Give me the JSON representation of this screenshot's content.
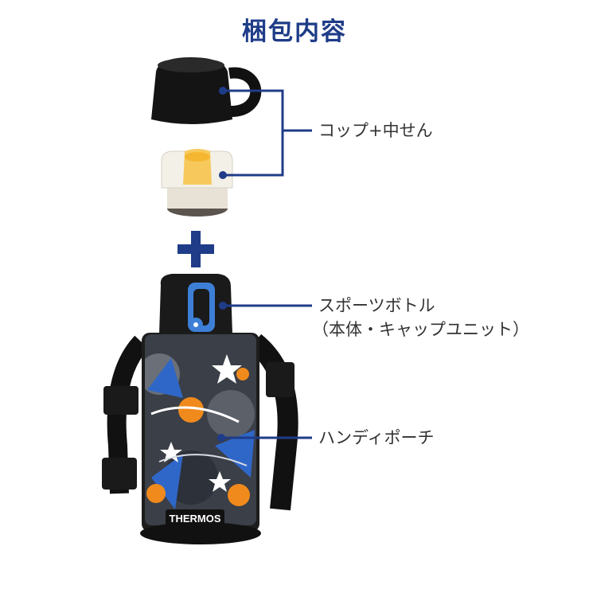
{
  "title": "梱包内容",
  "labels": {
    "cup": "コップ+中せん",
    "bottle_line1": "スポーツボトル",
    "bottle_line2": "（本体・キャップユニット）",
    "pouch": "ハンディポーチ",
    "logo": "THERMOS"
  },
  "colors": {
    "title": "#1f3c88",
    "leader": "#1f3c88",
    "plus": "#1f3c88",
    "text": "#333333"
  }
}
